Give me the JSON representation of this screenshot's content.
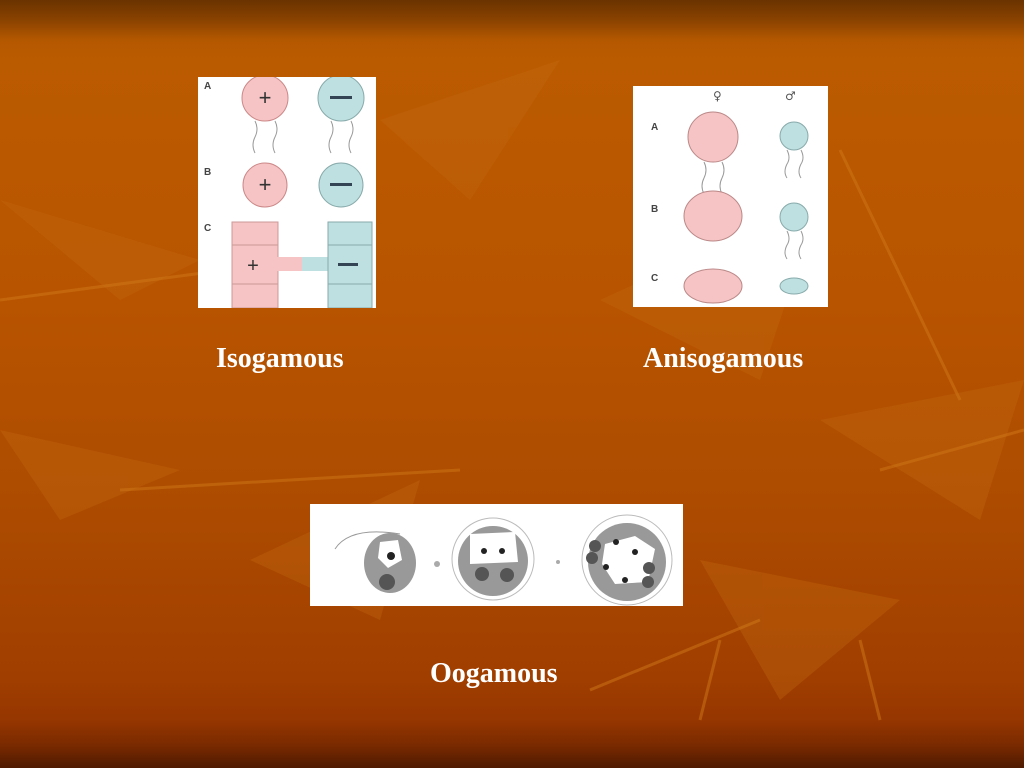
{
  "slide": {
    "figures": [
      {
        "id": "isogamous",
        "caption": "Isogamous",
        "row_labels": [
          "A",
          "B",
          "C"
        ],
        "left_sign": "+",
        "right_sign": "−"
      },
      {
        "id": "anisogamous",
        "caption": "Anisogamous",
        "column_symbols": [
          "♀",
          "♂"
        ],
        "row_labels": [
          "A",
          "B",
          "C"
        ]
      },
      {
        "id": "oogamous",
        "caption": "Oogamous"
      }
    ],
    "colors": {
      "female_pink": "#f6c4c4",
      "male_blue": "#bfe0e0",
      "background_orange": "#b85400",
      "text": "#ffffff"
    }
  }
}
